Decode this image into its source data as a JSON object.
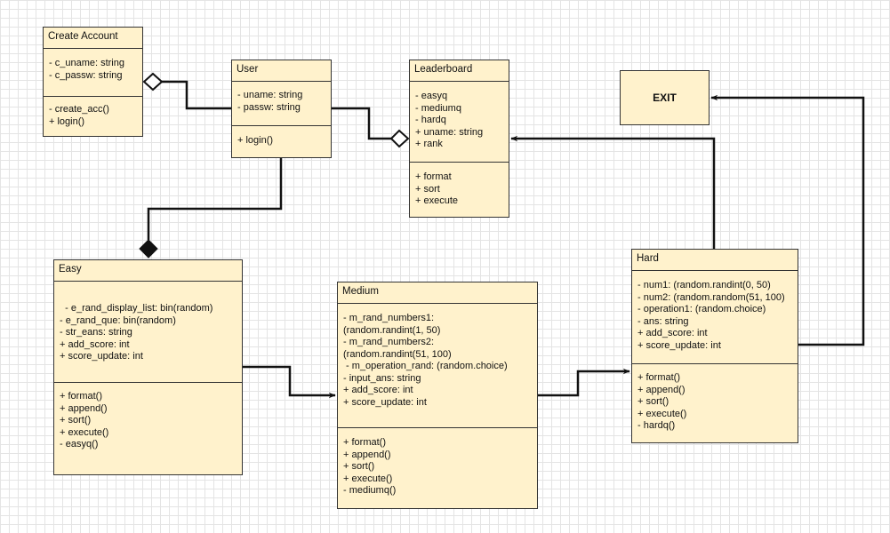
{
  "classes": {
    "create_account": {
      "name": "Create Account",
      "attributes": [
        "- c_uname: string",
        "- c_passw: string"
      ],
      "methods": [
        "- create_acc()",
        "+ login()"
      ]
    },
    "user": {
      "name": "User",
      "attributes": [
        "- uname: string",
        "- passw: string"
      ],
      "methods": [
        "+ login()"
      ]
    },
    "leaderboard": {
      "name": "Leaderboard",
      "attributes": [
        "- easyq",
        "- mediumq",
        "- hardq",
        "+ uname: string",
        "+ rank"
      ],
      "methods": [
        "+ format",
        "+ sort",
        "+ execute"
      ]
    },
    "easy": {
      "name": "Easy",
      "attributes": [
        "  - e_rand_display_list: bin(random)",
        "- e_rand_que: bin(random)",
        "- str_eans: string",
        "+ add_score: int",
        "+ score_update: int"
      ],
      "methods": [
        "+ format()",
        "+ append()",
        "+ sort()",
        "+ execute()",
        "- easyq()"
      ]
    },
    "medium": {
      "name": "Medium",
      "attributes": [
        "- m_rand_numbers1:",
        "(random.randint(1, 50)",
        "- m_rand_numbers2:",
        "(random.randint(51, 100)",
        " - m_operation_rand: (random.choice)",
        "- input_ans: string",
        "+ add_score: int",
        "+ score_update: int"
      ],
      "methods": [
        "+ format()",
        "+ append()",
        "+ sort()",
        "+ execute()",
        "- mediumq()"
      ]
    },
    "hard": {
      "name": "Hard",
      "attributes": [
        "- num1: (random.randint(0, 50)",
        "- num2: (random.random(51, 100)",
        "- operation1: (random.choice)",
        "- ans: string",
        "+ add_score: int",
        "+ score_update: int"
      ],
      "methods": [
        "+ format()",
        "+ append()",
        "+ sort()",
        "+ execute()",
        "- hardq()"
      ]
    }
  },
  "exit": {
    "label": "EXIT"
  },
  "colors": {
    "fill": "#fff2cc",
    "stroke": "#333333",
    "grid": "#e4e4e4"
  }
}
